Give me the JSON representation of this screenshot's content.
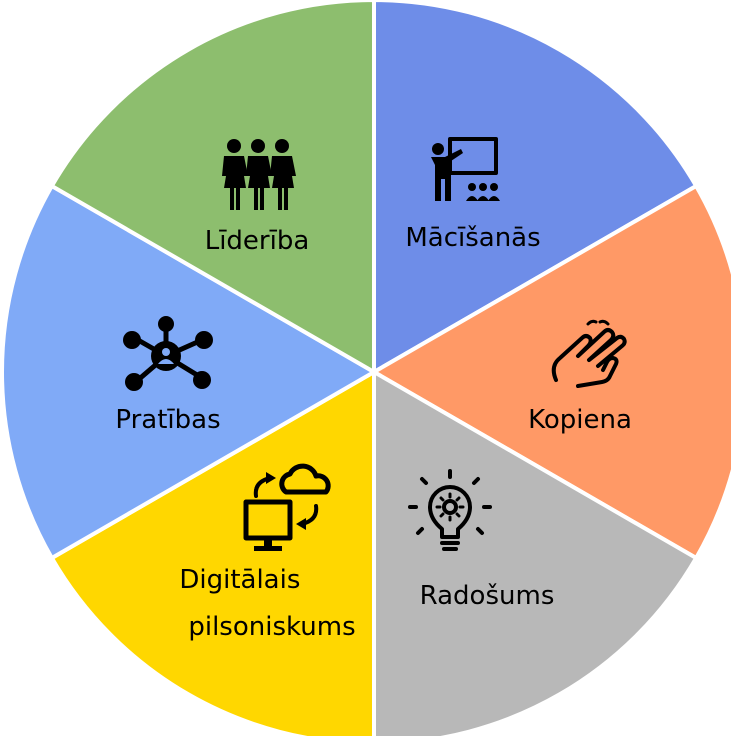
{
  "segments": [
    {
      "id": "macisanas",
      "label_lines": [
        "Mācīšanās"
      ],
      "color": "#6E8DE8",
      "icon": "teacher-presentation-icon"
    },
    {
      "id": "kopiena",
      "label_lines": [
        "Kopiena"
      ],
      "color": "#FF9966",
      "icon": "sign-language-hands-icon"
    },
    {
      "id": "radosums",
      "label_lines": [
        "Radošums"
      ],
      "color": "#B8B8B8",
      "icon": "lightbulb-gear-icon"
    },
    {
      "id": "digitalais",
      "label_lines": [
        "Digitālais",
        "pilsoniskums"
      ],
      "color": "#FFD700",
      "icon": "computer-cloud-sync-icon"
    },
    {
      "id": "pratibas",
      "label_lines": [
        "Pratības"
      ],
      "color": "#80AAF7",
      "icon": "network-person-icon"
    },
    {
      "id": "lideriba",
      "label_lines": [
        "Līderība"
      ],
      "color": "#8DBE6E",
      "icon": "group-of-people-icon"
    }
  ]
}
